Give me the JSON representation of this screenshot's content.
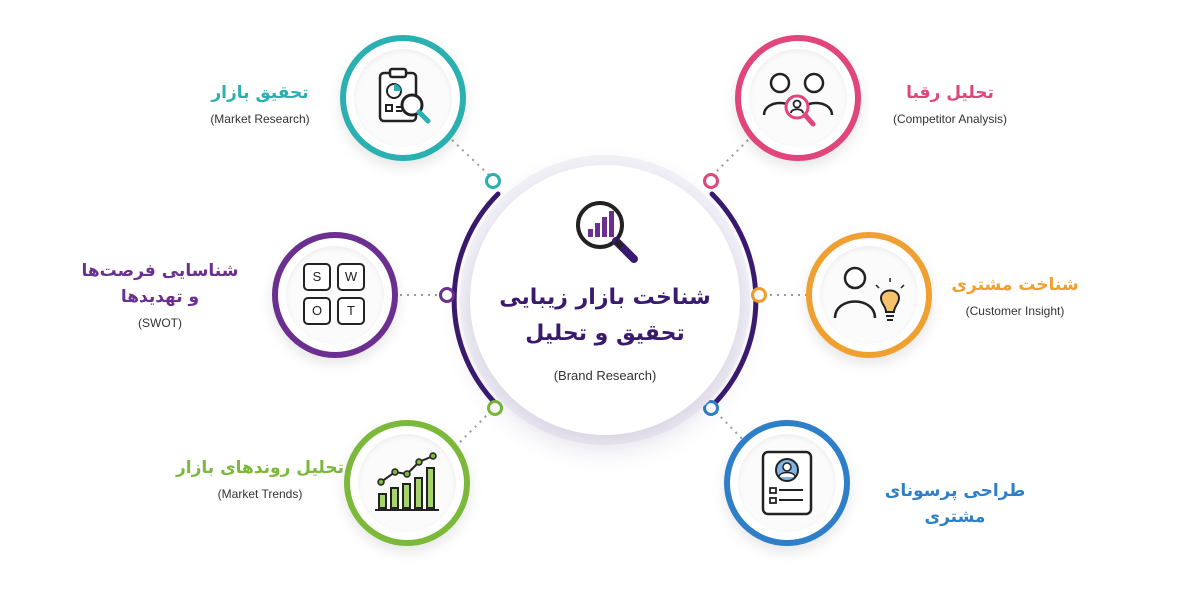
{
  "center": {
    "title_line1": "شناخت بازار زیبایی",
    "title_line2": "تحقیق و تحلیل",
    "subtitle": "(Brand Research)",
    "icon": "magnifier-bar-chart-icon",
    "color": "#3a1a6e"
  },
  "nodes": [
    {
      "id": "market-research",
      "title_fa": "تحقیق بازار",
      "title_en": "(Market Research)",
      "color": "#2ab0b0",
      "icon": "clipboard-magnifier-icon"
    },
    {
      "id": "competitor-analysis",
      "title_fa": "تحلیل رقبا",
      "title_en": "(Competitor Analysis)",
      "color": "#e0457b",
      "icon": "people-magnifier-icon"
    },
    {
      "id": "swot",
      "title_fa_line1": "شناسایی فرصت‌ها",
      "title_fa_line2": "و تهدیدها",
      "title_en": "(SWOT)",
      "color": "#6b2f8f",
      "icon": "swot-grid-icon",
      "letters": [
        "S",
        "W",
        "O",
        "T"
      ]
    },
    {
      "id": "customer-insight",
      "title_fa": "شناخت مشتری",
      "title_en": "(Customer Insight)",
      "color": "#f0a030",
      "icon": "person-lightbulb-icon"
    },
    {
      "id": "market-trends",
      "title_fa": "تحلیل روندهای بازار",
      "title_en": "(Market Trends)",
      "color": "#7cb83a",
      "icon": "growth-chart-icon"
    },
    {
      "id": "persona-design",
      "title_fa": "طراحی پرسونای مشتری",
      "color": "#2f7fc8",
      "icon": "profile-card-icon"
    }
  ]
}
